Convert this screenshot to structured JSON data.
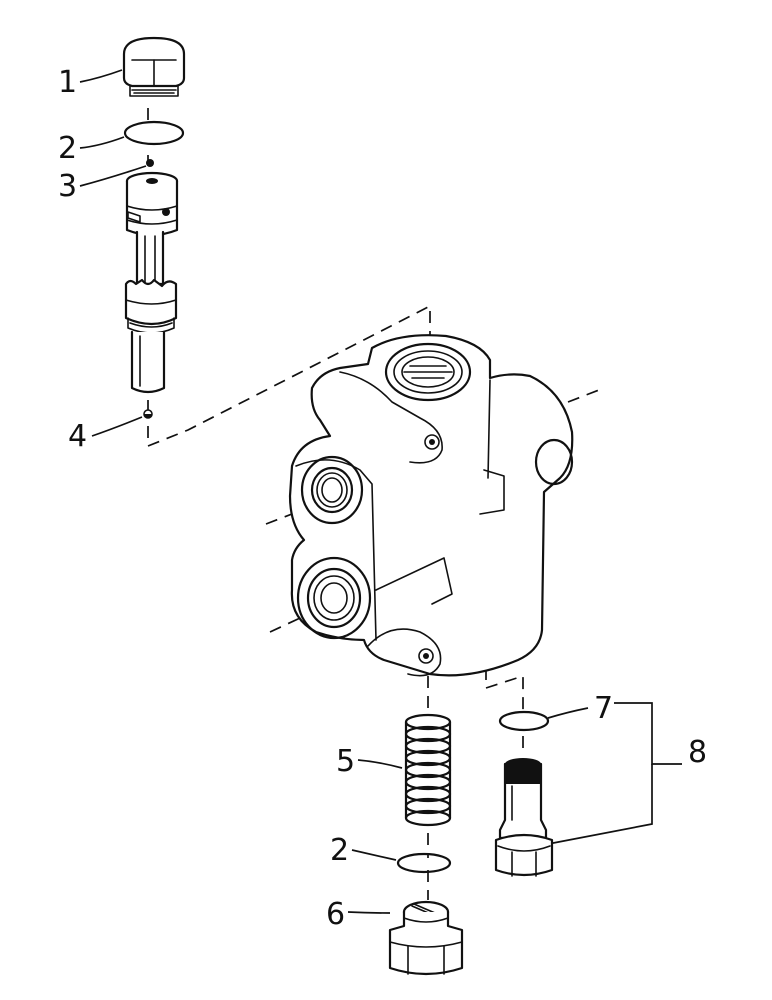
{
  "callouts": {
    "c1": "1",
    "c2a": "2",
    "c3": "3",
    "c4": "4",
    "c5": "5",
    "c2b": "2",
    "c6": "6",
    "c7": "7",
    "c8": "8"
  },
  "parts": {
    "p1": "cap-nut",
    "p2": "o-ring",
    "p3": "ball",
    "p4": "ball",
    "p5": "spring",
    "p6": "plug",
    "p7": "o-ring",
    "p8": "screw-plug-assembly",
    "body": "valve-body"
  }
}
